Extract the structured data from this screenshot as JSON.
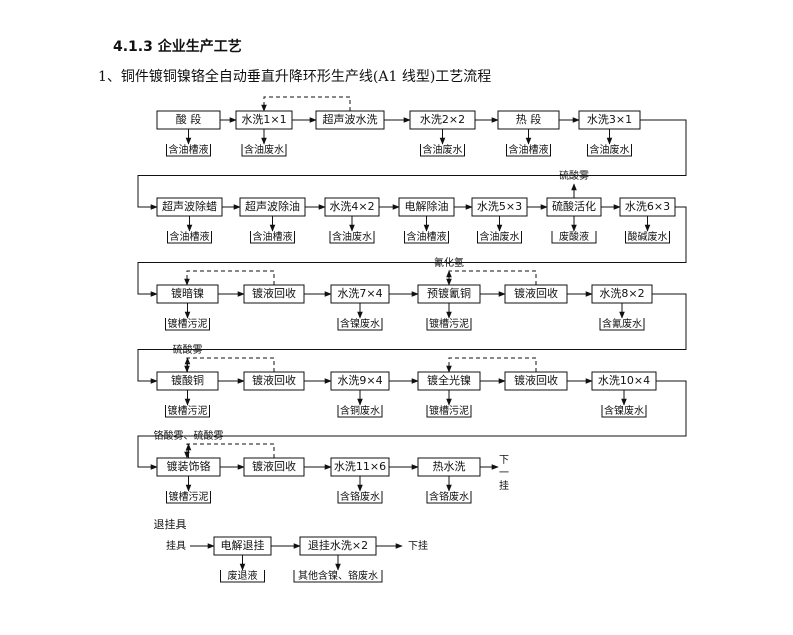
{
  "heading": "4.1.3 企业生产工艺",
  "subtitle": "1、铜件镀铜镍铬全自动垂直升降环形生产线(A1 线型)工艺流程",
  "rows": [
    [
      {
        "label": "酸  段",
        "out": "含油槽液"
      },
      {
        "label": "水洗1×1",
        "out": "含油废水"
      },
      {
        "label": "超声波水洗",
        "out": ""
      },
      {
        "label": "水洗2×2",
        "out": "含油废水"
      },
      {
        "label": "热  段",
        "out": "含油槽液"
      },
      {
        "label": "水洗3×1",
        "out": "含油废水"
      }
    ],
    [
      {
        "label": "超声波除蜡",
        "out": "含油槽液"
      },
      {
        "label": "超声波除油",
        "out": "含油槽液"
      },
      {
        "label": "水洗4×2",
        "out": "含油废水"
      },
      {
        "label": "电解除油",
        "out": "含油槽液"
      },
      {
        "label": "水洗5×3",
        "out": "含油废水"
      },
      {
        "label": "硫酸活化",
        "out": "废酸液",
        "up": "硫酸雾"
      },
      {
        "label": "水洗6×3",
        "out": "酸碱废水"
      }
    ],
    [
      {
        "label": "镀暗镍",
        "out": "镀槽污泥"
      },
      {
        "label": "镀液回收",
        "out": ""
      },
      {
        "label": "水洗7×4",
        "out": "含镍废水"
      },
      {
        "label": "预镀氰铜",
        "out": "镀槽污泥",
        "up": "氰化氢"
      },
      {
        "label": "镀液回收",
        "out": ""
      },
      {
        "label": "水洗8×2",
        "out": "含氰废水"
      }
    ],
    [
      {
        "label": "镀酸铜",
        "out": "镀槽污泥",
        "up": "硫酸雾"
      },
      {
        "label": "镀液回收",
        "out": ""
      },
      {
        "label": "水洗9×4",
        "out": "含铜废水"
      },
      {
        "label": "镀全光镍",
        "out": "镀槽污泥"
      },
      {
        "label": "镀液回收",
        "out": ""
      },
      {
        "label": "水洗10×4",
        "out": "含镍废水"
      }
    ],
    [
      {
        "label": "镀装饰铬",
        "out": "镀槽污泥",
        "up": "铬酸雾、硫酸雾"
      },
      {
        "label": "镀液回收",
        "out": ""
      },
      {
        "label": "水洗11×6",
        "out": "含铬废水"
      },
      {
        "label": "热水洗",
        "out": "含铬废水"
      }
    ],
    [
      {
        "label": "电解退挂",
        "out": "废退液"
      },
      {
        "label": "退挂水洗×2",
        "out": "其他含镍、铬废水"
      }
    ]
  ],
  "next_step": "下一挂",
  "rack_label": "退挂具",
  "rack_in": "挂具",
  "rack_out": "下挂"
}
